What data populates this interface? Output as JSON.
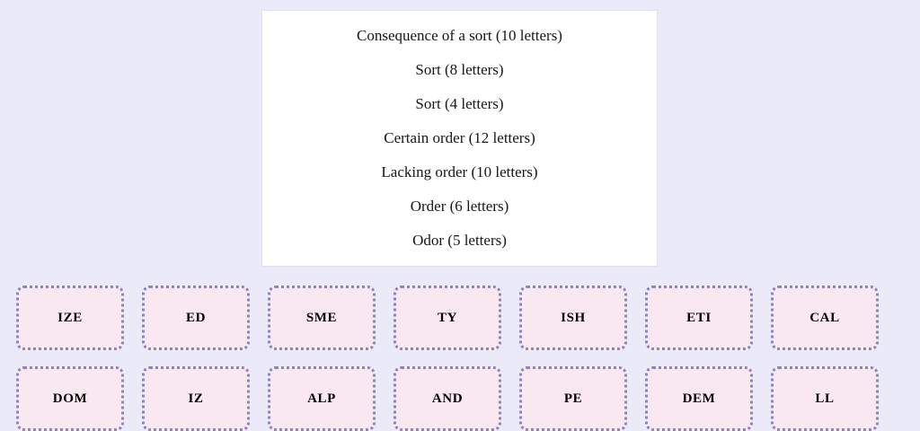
{
  "theme": {
    "page_background": "#eaeaf8",
    "card_background": "#ffffff",
    "card_border": "#e2e2ec",
    "tile_background": "#fae8f0",
    "tile_border": "#8686bf",
    "tile_text": "#000000",
    "clue_text": "#16161a"
  },
  "clue_card": {
    "clues": [
      {
        "text": "Consequence of a sort (10 letters)"
      },
      {
        "text": "Sort (8 letters)"
      },
      {
        "text": "Sort (4 letters)"
      },
      {
        "text": "Certain order (12 letters)"
      },
      {
        "text": "Lacking order (10 letters)"
      },
      {
        "text": "Order (6 letters)"
      },
      {
        "text": "Odor (5 letters)"
      }
    ]
  },
  "tile_grid": {
    "columns": 7,
    "tiles": [
      {
        "label": "IZE"
      },
      {
        "label": "ED"
      },
      {
        "label": "SME"
      },
      {
        "label": "TY"
      },
      {
        "label": "ISH"
      },
      {
        "label": "ETI"
      },
      {
        "label": "CAL"
      },
      {
        "label": "DOM"
      },
      {
        "label": "IZ"
      },
      {
        "label": "ALP"
      },
      {
        "label": "AND"
      },
      {
        "label": "PE"
      },
      {
        "label": "DEM"
      },
      {
        "label": "LL"
      }
    ]
  }
}
